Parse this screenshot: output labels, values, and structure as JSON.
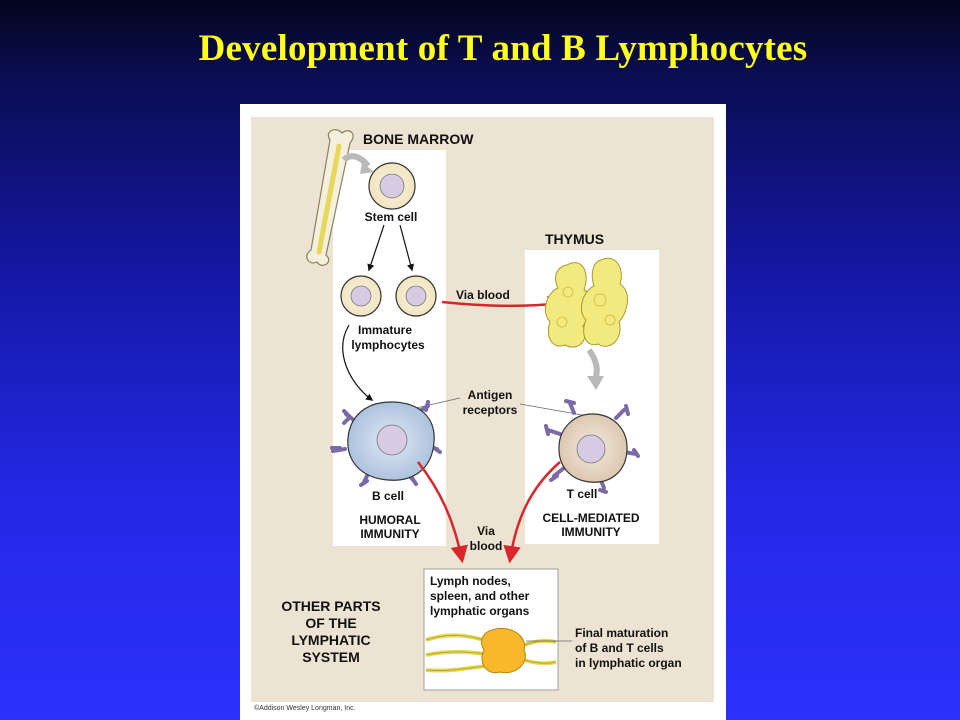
{
  "slide": {
    "title": "Development of T and B Lymphocytes"
  },
  "figure": {
    "bone_marrow_heading": "BONE MARROW",
    "stem_cell_label": "Stem cell",
    "immature_line1": "Immature",
    "immature_line2": "lymphocytes",
    "via_blood_top": "Via blood",
    "thymus_heading": "THYMUS",
    "antigen_line1": "Antigen",
    "antigen_line2": "receptors",
    "b_cell_label": "B cell",
    "t_cell_label": "T cell",
    "humoral_line1": "HUMORAL",
    "humoral_line2": "IMMUNITY",
    "cell_mediated_line1": "CELL-MEDIATED",
    "cell_mediated_line2": "IMMUNITY",
    "via_blood_bottom_line1": "Via",
    "via_blood_bottom_line2": "blood",
    "lymph_box_line1": "Lymph nodes,",
    "lymph_box_line2": "spleen, and other",
    "lymph_box_line3": "lymphatic organs",
    "other_parts_line1": "OTHER PARTS",
    "other_parts_line2": "OF THE",
    "other_parts_line3": "LYMPHATIC",
    "other_parts_line4": "SYSTEM",
    "final_line1": "Final maturation",
    "final_line2": "of B and T cells",
    "final_line3": "in lymphatic organ",
    "copyright": "©Addison Wesley Longman, Inc."
  },
  "colors": {
    "title_yellow": "#ffff1d",
    "panel_beige": "#ede3d2",
    "arrow_red": "#d9262c",
    "receptor_purple": "#7c6aa8",
    "b_cell_blue": "#c7d6ea",
    "t_cell_tan": "#eadccd",
    "thymus_yellow": "#f3ea7f",
    "node_orange": "#f7b92a"
  }
}
